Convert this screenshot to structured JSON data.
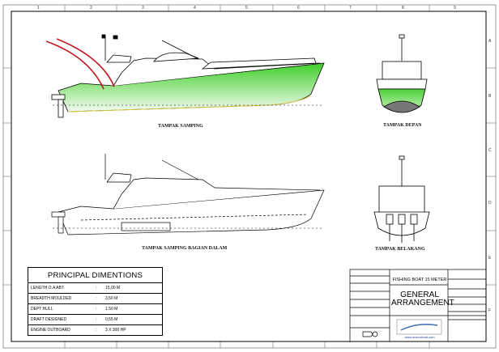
{
  "border": {
    "columns": [
      "1",
      "2",
      "3",
      "4",
      "5",
      "6",
      "7",
      "8",
      "9"
    ],
    "rows": [
      "A",
      "B",
      "C",
      "D",
      "E",
      "F"
    ]
  },
  "views": {
    "side": "TAMPAK SAMPING",
    "front": "TAMPAK DEPAN",
    "side_inner": "TAMPAK SAMPING BAGIAN DALAM",
    "rear": "TAMPAK BELAKANG"
  },
  "hull_color": "#3fcf2a",
  "principal_dimensions": {
    "title": "PRINCIPAL DIMENTIONS",
    "rows": [
      {
        "label": "LENGTH O.A ABT.",
        "value": "15,00 M"
      },
      {
        "label": "BREADTH MOULDED",
        "value": "3,50 M"
      },
      {
        "label": "DEPT HULL",
        "value": "1.50 M"
      },
      {
        "label": "DRAFT DESIGNED",
        "value": "0,55 M"
      },
      {
        "label": "ENGINE OUTBOARD",
        "value": "3 X 300 HP"
      }
    ]
  },
  "title_block": {
    "project": "FISHING BOAT 15 METER",
    "drawing": "GENERAL ARRANGEMENT",
    "website": "www.marcoboat.com"
  }
}
